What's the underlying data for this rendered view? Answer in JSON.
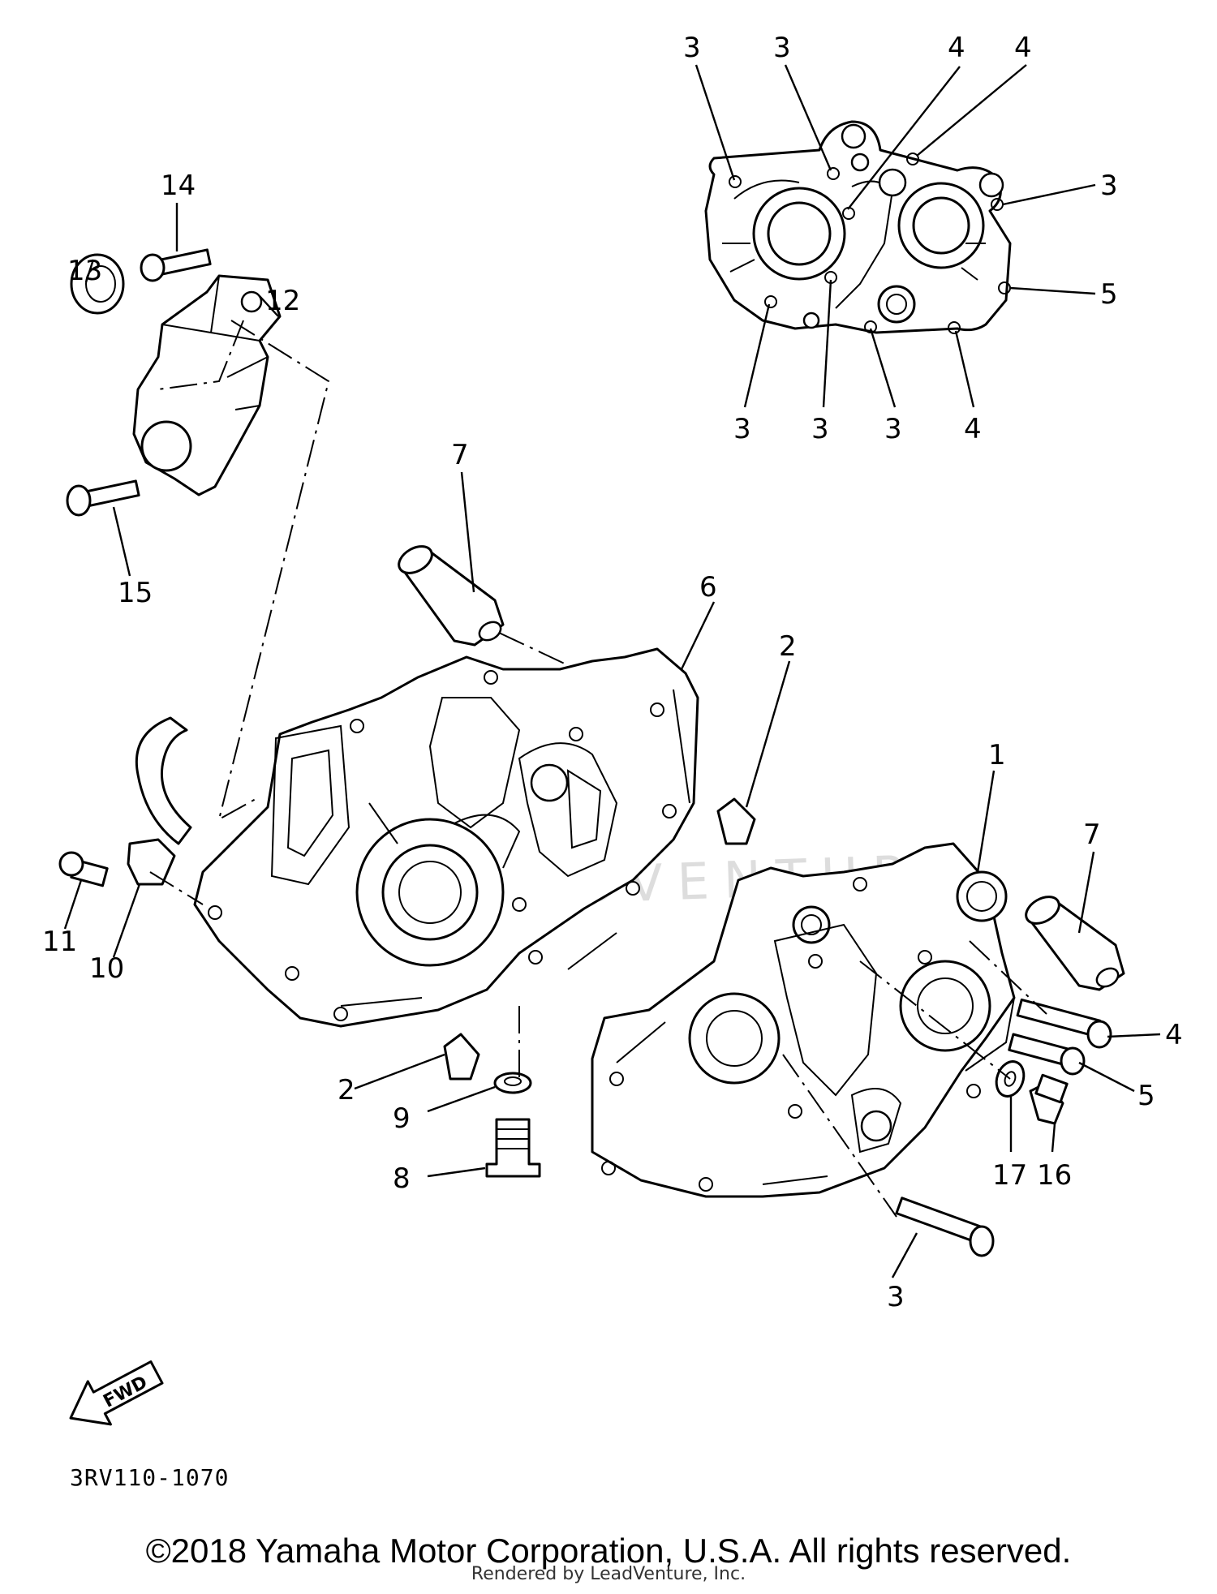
{
  "diagram": {
    "drawing_code": "3RV110-1070",
    "direction_label": "FWD",
    "copyright": "©2018 Yamaha Motor Corporation, U.S.A. All rights reserved.",
    "rendered_by": "Rendered by LeadVenture, Inc.",
    "watermark_brand": "LEADVENTURE",
    "callouts": [
      {
        "label": "1"
      },
      {
        "label": "2"
      },
      {
        "label": "2"
      },
      {
        "label": "3"
      },
      {
        "label": "3"
      },
      {
        "label": "3"
      },
      {
        "label": "3"
      },
      {
        "label": "3"
      },
      {
        "label": "3"
      },
      {
        "label": "3"
      },
      {
        "label": "3"
      },
      {
        "label": "4"
      },
      {
        "label": "4"
      },
      {
        "label": "4"
      },
      {
        "label": "4"
      },
      {
        "label": "5"
      },
      {
        "label": "5"
      },
      {
        "label": "6"
      },
      {
        "label": "7"
      },
      {
        "label": "7"
      },
      {
        "label": "8"
      },
      {
        "label": "9"
      },
      {
        "label": "10"
      },
      {
        "label": "11"
      },
      {
        "label": "12"
      },
      {
        "label": "13"
      },
      {
        "label": "14"
      },
      {
        "label": "15"
      },
      {
        "label": "16"
      },
      {
        "label": "17"
      }
    ]
  }
}
